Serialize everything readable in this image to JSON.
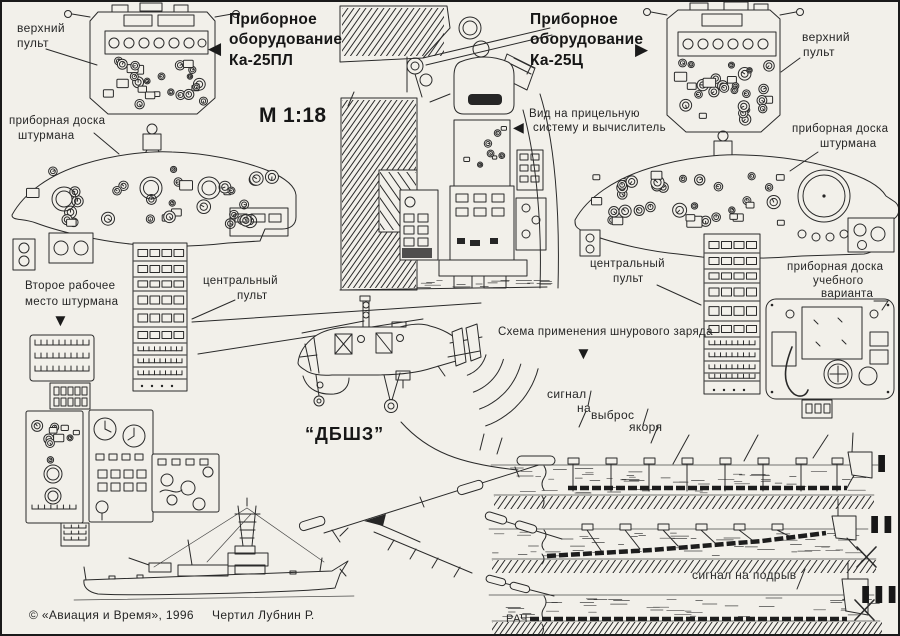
{
  "page": {
    "bg": "#f2f0ea",
    "ink": "#262626"
  },
  "ka25pl": {
    "title_lines": [
      "Приборное",
      "оборудование",
      "Ка-25ПЛ"
    ],
    "scale": "М 1:18",
    "upper_console": [
      "верхний",
      "пульт"
    ],
    "nav_board": [
      "приборная доска",
      "штурмана"
    ],
    "second_station": [
      "Второе рабочее",
      "место штурмана"
    ],
    "central_console": [
      "центральный",
      "пульт"
    ]
  },
  "ka25ts": {
    "title_lines": [
      "Приборное",
      "оборудование",
      "Ка-25Ц"
    ],
    "upper_console": [
      "верхний",
      "пульт"
    ],
    "nav_board": [
      "приборная доска",
      "штурмана"
    ],
    "central_console": [
      "центральный",
      "пульт"
    ],
    "training_board": [
      "приборная доска",
      "учебного",
      "варианта"
    ],
    "sight_view": [
      "Вид на прицельную",
      "систему и вычислитель"
    ]
  },
  "scheme": {
    "title": "Схема применения шнурового заряда",
    "charge_name": "“ДБШЗ”",
    "anchor_signal": [
      "сигнал",
      "на",
      "выброс",
      "якоря"
    ],
    "detonate_signal": "сигнал на подрыв",
    "stages": [
      "I",
      "II",
      "III"
    ],
    "margin_note": "РАЧ"
  },
  "footer": {
    "copyright": "© «Авиация и Время», 1996",
    "drafter": "Чертил Лубнин Р."
  },
  "glyphs": {
    "pointer_left": "◀",
    "pointer_right": "▶",
    "pointer_down": "▼"
  }
}
